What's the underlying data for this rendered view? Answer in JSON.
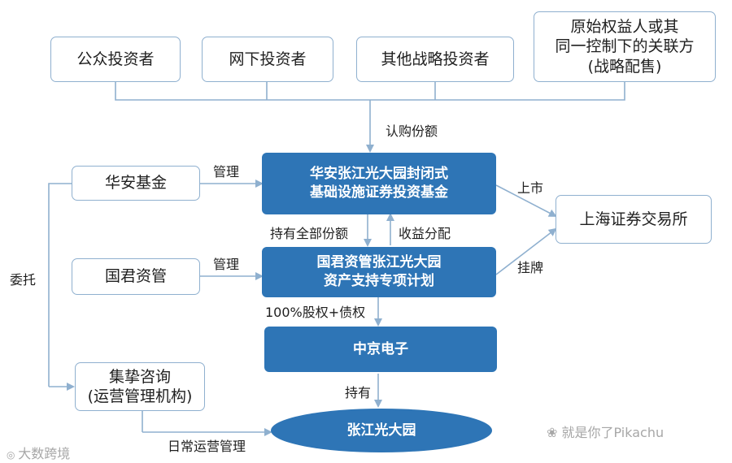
{
  "investors": {
    "public": "公众投资者",
    "offline": "网下投资者",
    "other_strategic": "其他战略投资者",
    "original_owner": "原始权益人或其\n同一控制下的关联方\n(战略配售)"
  },
  "nodes": {
    "huaan": "华安基金",
    "guojun": "国君资管",
    "jizhi": "集挚咨询\n(运营管理机构)",
    "fund": "华安张江光大园封闭式\n基础设施证券投资基金",
    "abs": "国君资管张江光大园\n资产支持专项计划",
    "zhongjing": "中京电子",
    "park": "张江光大园",
    "sse": "上海证券交易所"
  },
  "labels": {
    "subscribe": "认购份额",
    "manage1": "管理",
    "manage2": "管理",
    "entrust": "委托",
    "hold_all": "持有全部份额",
    "income": "收益分配",
    "list": "上市",
    "listing": "挂牌",
    "equity_debt": "100%股权+债权",
    "hold": "持有",
    "daily_ops": "日常运营管理"
  },
  "watermarks": {
    "left": "大数跨境",
    "right": "就是你了Pikachu"
  },
  "colors": {
    "accent": "#2e75b6",
    "border": "#8fb0cf",
    "arrow": "#8fb0cf"
  }
}
